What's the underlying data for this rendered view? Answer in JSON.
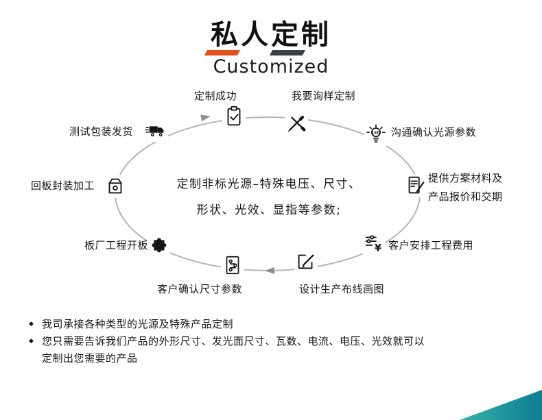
{
  "header": {
    "title": "私人定制",
    "subtitle": "Customized"
  },
  "diagram": {
    "center_line1": "定制非标光源–特殊电压、尺寸、",
    "center_line2": "形状、光效、显指等参数;",
    "nodes": [
      {
        "label": "定制成功",
        "icon": "clipboard-check-icon"
      },
      {
        "label": "我要询样定制",
        "icon": "tools-icon"
      },
      {
        "label": "沟通确认光源参数",
        "icon": "led-bulb-icon"
      },
      {
        "label": "提供方案材料及产品报价和交期",
        "icon": "quote-document-icon"
      },
      {
        "label": "客户安排工程费用",
        "icon": "fee-list-icon"
      },
      {
        "label": "设计生产布线画图",
        "icon": "design-pencil-icon"
      },
      {
        "label": "客户确认尺寸参数",
        "icon": "size-document-icon"
      },
      {
        "label": "板厂工程开板",
        "icon": "puzzle-icon"
      },
      {
        "label": "回板封装加工",
        "icon": "package-box-icon"
      },
      {
        "label": "测试包装发货",
        "icon": "truck-icon"
      }
    ]
  },
  "notes": {
    "bullet": "◆",
    "items": [
      "我司承接各种类型的光源及特殊产品定制",
      "您只需要告诉我们产品的外形尺寸、发光面尺寸、瓦数、电流、电压、光效就可以",
      "定制出您需要的产品"
    ]
  },
  "colors": {
    "accent_orange": "#e2511c",
    "accent_dark": "#3b4045",
    "ellipse_gray": "#b5b5b5",
    "corner_teal_light": "#38b2a7",
    "corner_teal_dark": "#0d7d93"
  }
}
